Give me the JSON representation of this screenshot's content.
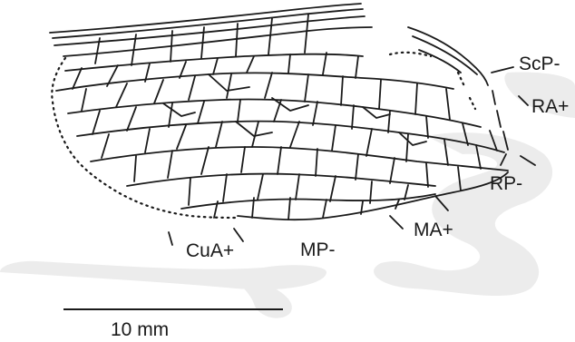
{
  "labels": {
    "scp": "ScP-",
    "ra": "RA+",
    "rp": "RP-",
    "ma": "MA+",
    "mp": "MP-",
    "cua": "CuA+"
  },
  "scale_bar": {
    "label": "10 mm"
  },
  "colors": {
    "ink": "#1a1a1a",
    "matrix": "#ececec",
    "background": "#ffffff"
  }
}
